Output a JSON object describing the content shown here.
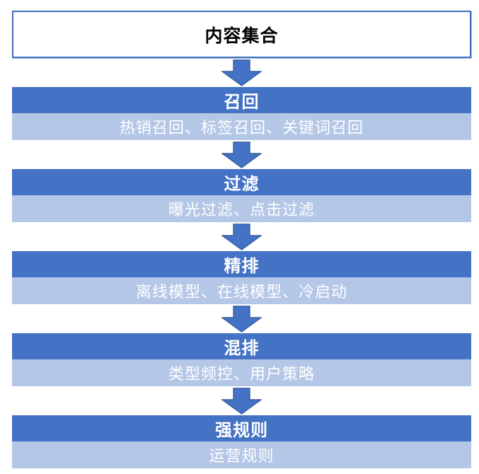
{
  "diagram": {
    "title": "内容集合",
    "stages": [
      {
        "name": "召回",
        "detail": "热销召回、标签召回、关键词召回"
      },
      {
        "name": "过滤",
        "detail": "曝光过滤、点击过滤"
      },
      {
        "name": "精排",
        "detail": "离线模型、在线模型、冷启动"
      },
      {
        "name": "混排",
        "detail": "类型频控、用户策略"
      },
      {
        "name": "强规则",
        "detail": "运营规则"
      }
    ],
    "colors": {
      "stage_header_bg": "#4472C4",
      "stage_detail_bg": "#B4C7E7",
      "arrow_fill": "#4472C4",
      "arrow_stroke": "#3A5FA0",
      "title_box_border": "#3F6EBD",
      "title_text": "#000000",
      "stage_text": "#FFFFFF"
    }
  }
}
